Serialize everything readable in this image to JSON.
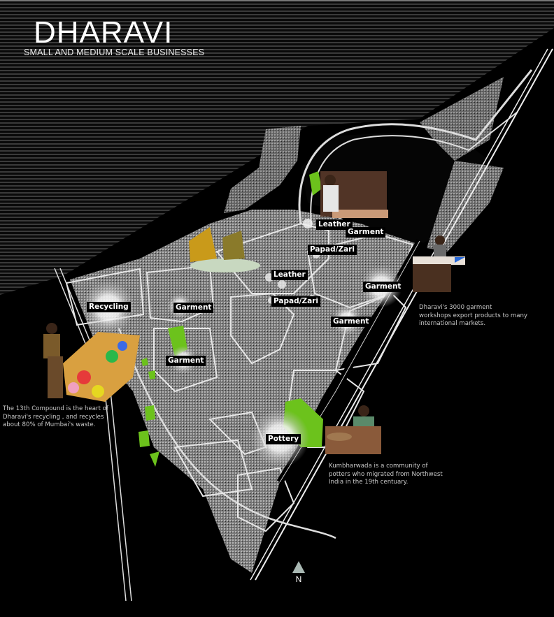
{
  "header": {
    "title": "DHARAVI",
    "subtitle": "SMALL AND MEDIUM SCALE BUSINESSES"
  },
  "colors": {
    "background": "#000000",
    "stripe": "#3a3a3a",
    "urban_fabric": "#8c8c8c",
    "roads": "#d9d9d9",
    "green_space": "#6cc21c",
    "north_arrow": "#a9b8b3"
  },
  "business_labels": [
    {
      "id": "recycling",
      "label": "Recycling"
    },
    {
      "id": "garment-west",
      "label": "Garment"
    },
    {
      "id": "garment-southwest",
      "label": "Garment"
    },
    {
      "id": "leather-north",
      "label": "Leather"
    },
    {
      "id": "garment-north",
      "label": "Garment"
    },
    {
      "id": "papad-zari-north",
      "label": "Papad/Zari"
    },
    {
      "id": "leather-center",
      "label": "Leather"
    },
    {
      "id": "papad-zari-center",
      "label": "Papad/Zari"
    },
    {
      "id": "garment-east",
      "label": "Garment"
    },
    {
      "id": "garment-center-east",
      "label": "Garment"
    },
    {
      "id": "pottery",
      "label": "Pottery"
    }
  ],
  "annotations": {
    "garment": "Dharavi's 3000 garment\nworkshops export products to many\ninternational markets.",
    "recycling": "The 13th Compound is the heart of\nDharavi's recycling , and recycles\nabout 80% of Mumbai's waste.",
    "pottery": "Kumbharwada is a community of\npotters who migrated from Northwest\nIndia in the 19th centuary."
  },
  "photos": {
    "leather_worker": "leather-worker-photo",
    "papad_makers": "papad-makers-photo",
    "garment_worker": "garment-worker-photo",
    "recycling_child": "recycling-photo",
    "potter": "potter-photo"
  },
  "north_arrow": {
    "label": "N"
  }
}
